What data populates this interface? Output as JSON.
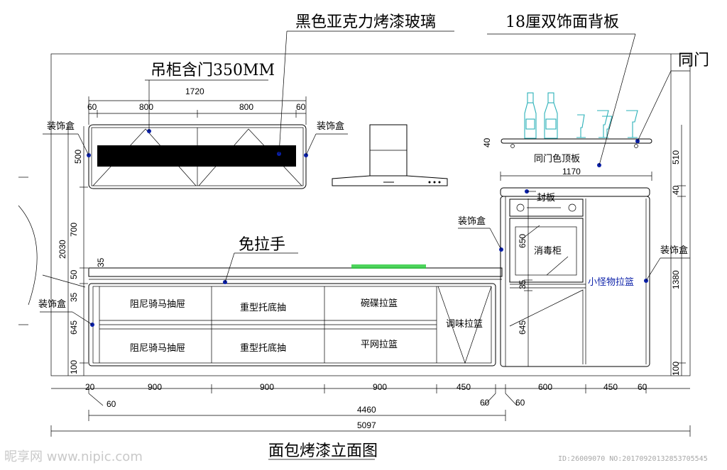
{
  "title": "面包烤漆立面图",
  "annotations": {
    "acrylic_glass": "黑色亚克力烤漆玻璃",
    "back_panel": "18厘双饰面背板",
    "door_color_partial": "同门",
    "wall_cabinet": "吊柜含门350MM",
    "handleless": "免拉手",
    "top_panel": "同门色顶板",
    "seal_panel": "封板",
    "sterilizer": "消毒柜",
    "small_basket": "小怪物拉篮"
  },
  "decor_box_labels": [
    "装饰盒",
    "装饰盒",
    "装饰盒",
    "装饰盒",
    "装饰盒"
  ],
  "drawers": {
    "damper_1": "阻尼骑马抽屉",
    "damper_2": "阻尼骑马抽屉",
    "heavy_1": "重型托底抽",
    "heavy_2": "重型托底抽",
    "bowl": "碗碟拉篮",
    "flat": "平网拉篮",
    "seasoning": "调味拉篮"
  },
  "dimensions": {
    "top_total": "1720",
    "top_segments": [
      "60",
      "800",
      "800",
      "60"
    ],
    "shelf_width": "1170",
    "bottom_segments": [
      "20",
      "900",
      "900",
      "900",
      "450",
      "600",
      "450",
      "60"
    ],
    "bottom_small": [
      "60",
      "60",
      "60"
    ],
    "base_run": "4460",
    "overall": "5097",
    "left_height": "2030",
    "left_parts": [
      "500",
      "700",
      "50",
      "35",
      "645",
      "100"
    ],
    "top_35": "35",
    "tall_right": [
      "510",
      "40",
      "1380",
      "100"
    ],
    "tall_inner": [
      "650",
      "35",
      "645"
    ],
    "shelf_40": "40"
  },
  "watermark": {
    "logo": "昵享网 www.nipic.com",
    "id": "ID:26009070 NO:20170920132853705545"
  },
  "colors": {
    "accent_blue": "#0a1fa8",
    "glass_band": "#000000",
    "burner": "#2ecc40"
  }
}
